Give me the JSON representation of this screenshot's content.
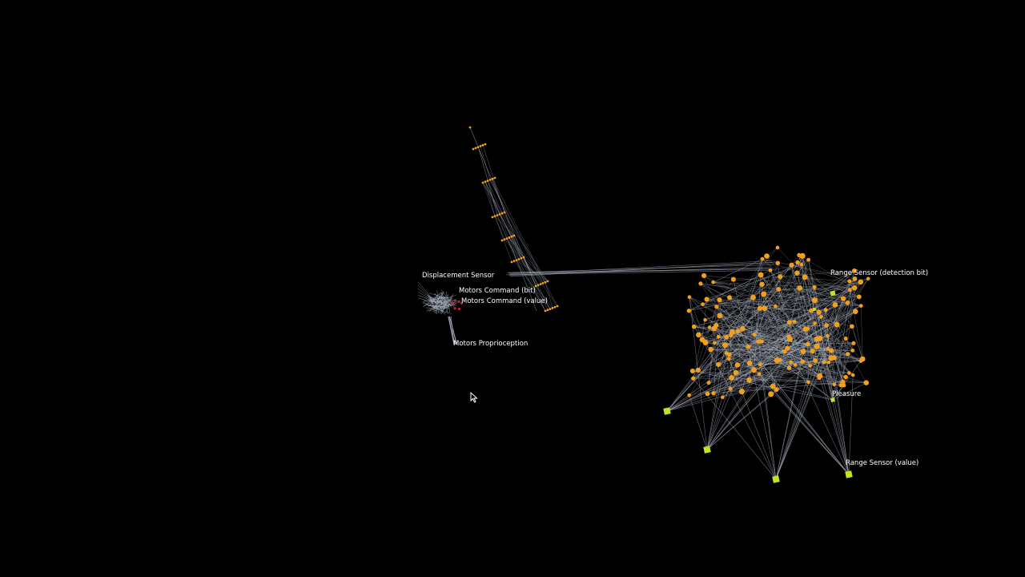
{
  "labels": {
    "displacement_sensor": "Displacement Sensor",
    "motors_command_bit": "Motors Command (bit)",
    "motors_command_value": "Motors Command (value)",
    "motors_proprioception": "Motors Proprioception",
    "range_sensor_detection_bit": "Range Sensor (detection bit)",
    "pleasure": "Pleasure",
    "range_sensor_value": "Range Sensor (value)"
  },
  "colors": {
    "background": "#000000",
    "neuron": "#f0a020",
    "sensor_node": "#c8e020",
    "edge": "#b0b8c8",
    "label": "#ffffff",
    "accent_red": "#c02040"
  }
}
